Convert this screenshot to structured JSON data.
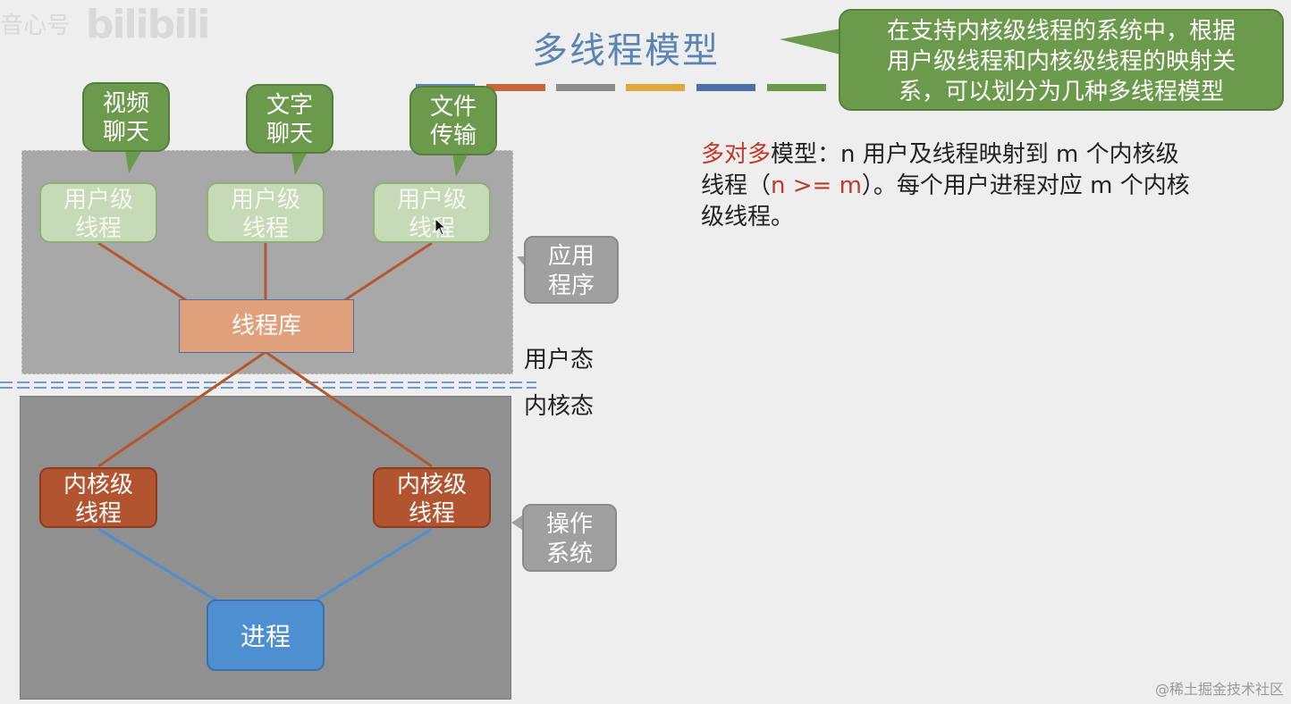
{
  "title": "多线程模型",
  "callout": {
    "lines": [
      "在支持内核级线程的系统中，根据",
      "用户级线程和内核级线程的映射关",
      "系，可以划分为几种多线程模型"
    ]
  },
  "description": {
    "highlight": "多对多",
    "line1_rest": "模型：n 用户及线程映射到 m 个内核级",
    "line2_pre": "线程（",
    "line2_red": "n >= m",
    "line2_rest": "）。每个用户进程对应 m 个内核",
    "line3": "级线程。"
  },
  "bubbles": [
    {
      "line1": "视频",
      "line2": "聊天"
    },
    {
      "line1": "文字",
      "line2": "聊天"
    },
    {
      "line1": "文件",
      "line2": "传输"
    }
  ],
  "user_threads": [
    {
      "line1": "用户级",
      "line2": "线程"
    },
    {
      "line1": "用户级",
      "line2": "线程"
    },
    {
      "line1": "用户级",
      "line2": "线程"
    }
  ],
  "thread_library": "线程库",
  "kernel_threads": [
    {
      "line1": "内核级",
      "line2": "线程"
    },
    {
      "line1": "内核级",
      "line2": "线程"
    }
  ],
  "process": "进程",
  "app_tag": {
    "line1": "应用",
    "line2": "程序"
  },
  "os_tag": {
    "line1": "操作",
    "line2": "系统"
  },
  "user_mode": "用户态",
  "kernel_mode": "内核态",
  "watermark_tl_text": "音心号",
  "watermark_tl_logo": "bilibili",
  "watermark_br": "@稀土掘金技术社区",
  "colors": {
    "title": "#5a84b4",
    "callout": "#6b9a4d",
    "highlight_red": "#c0392b",
    "user_thread": "#c7dab7",
    "kernel_thread": "#b2542f",
    "process": "#4d8fd0",
    "library": "#e0a07c",
    "connector_user": "#b5582e",
    "connector_process": "#4d8fd0",
    "stripes": [
      "#c8663a",
      "#8c8c8c",
      "#e0a83a",
      "#4a6ea8",
      "#6b9a4d"
    ]
  }
}
